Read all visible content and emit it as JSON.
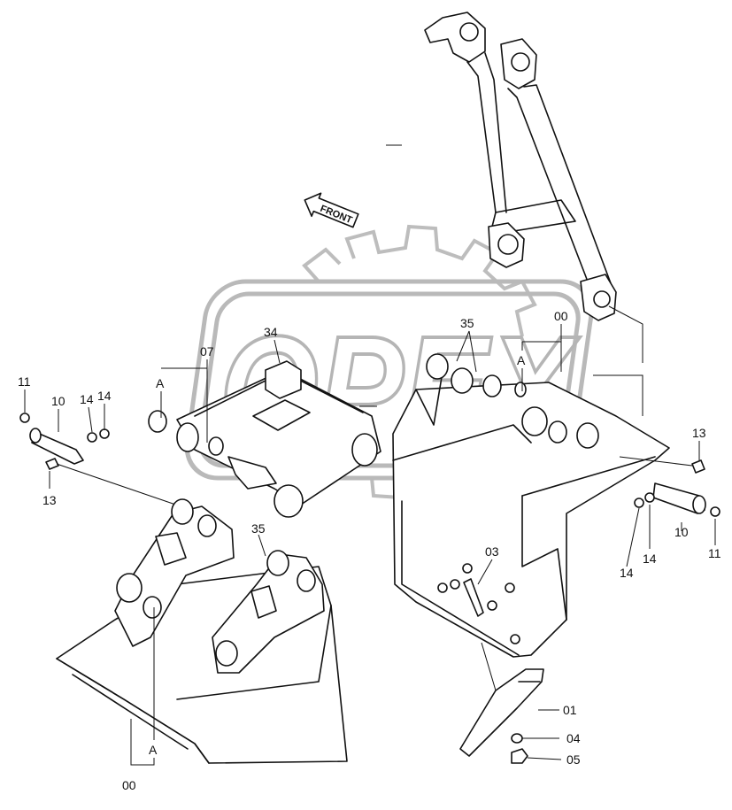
{
  "watermark": {
    "text": "OPEX"
  },
  "arrow": {
    "label": "FRONT"
  },
  "callouts": [
    {
      "id": "c-11-l",
      "text": "11"
    },
    {
      "id": "c-10-l",
      "text": "10"
    },
    {
      "id": "c-14-l1",
      "text": "14"
    },
    {
      "id": "c-14-l2",
      "text": "14"
    },
    {
      "id": "c-13-l",
      "text": "13"
    },
    {
      "id": "c-a-l",
      "text": "A"
    },
    {
      "id": "c-07",
      "text": "07"
    },
    {
      "id": "c-34",
      "text": "34"
    },
    {
      "id": "c-35-top",
      "text": "35"
    },
    {
      "id": "c-00-top",
      "text": "00"
    },
    {
      "id": "c-a-top",
      "text": "A"
    },
    {
      "id": "c-13-r",
      "text": "13"
    },
    {
      "id": "c-10-r",
      "text": "10"
    },
    {
      "id": "c-11-r",
      "text": "11"
    },
    {
      "id": "c-14-r1",
      "text": "14"
    },
    {
      "id": "c-14-r2",
      "text": "14"
    },
    {
      "id": "c-03",
      "text": "03"
    },
    {
      "id": "c-35-mid",
      "text": "35"
    },
    {
      "id": "c-01",
      "text": "01"
    },
    {
      "id": "c-04",
      "text": "04"
    },
    {
      "id": "c-05",
      "text": "05"
    },
    {
      "id": "c-a-bot",
      "text": "A"
    },
    {
      "id": "c-00-bot",
      "text": "00"
    }
  ]
}
